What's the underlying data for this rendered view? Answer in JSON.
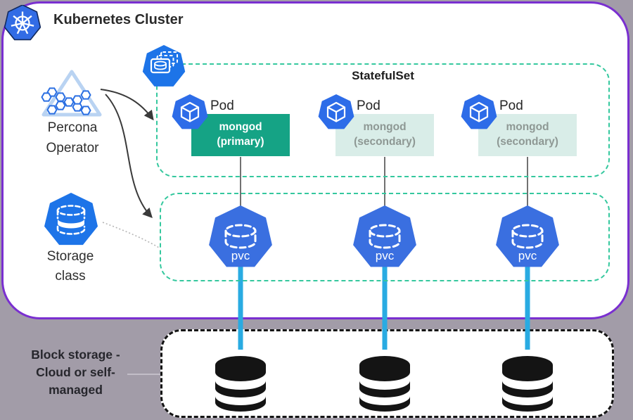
{
  "cluster": {
    "title": "Kubernetes Cluster"
  },
  "percona": {
    "label": "Percona Operator"
  },
  "storage_class": {
    "label": "Storage class"
  },
  "statefulset": {
    "label": "StatefulSet"
  },
  "pods": [
    {
      "pod_label": "Pod",
      "line1": "mongod",
      "line2": "(primary)",
      "role": "primary"
    },
    {
      "pod_label": "Pod",
      "line1": "mongod",
      "line2": "(secondary)",
      "role": "secondary"
    },
    {
      "pod_label": "Pod",
      "line1": "mongod",
      "line2": "(secondary)",
      "role": "secondary"
    }
  ],
  "pvcs": [
    {
      "label": "pvc"
    },
    {
      "label": "pvc"
    },
    {
      "label": "pvc"
    }
  ],
  "block_storage": {
    "label": "Block storage - Cloud or self-managed"
  },
  "colors": {
    "kubernetes_blue": "#326ce5",
    "primary_green": "#15a385",
    "secondary_box_bg": "#d9ede8",
    "secondary_box_text": "#8e9894",
    "dashed_teal": "#35c89e",
    "cluster_border_purple": "#7a2fd0",
    "storage_pipe_blue": "#29abe2",
    "background_gray": "#a29ca8",
    "block_icon_black": "#141414"
  }
}
